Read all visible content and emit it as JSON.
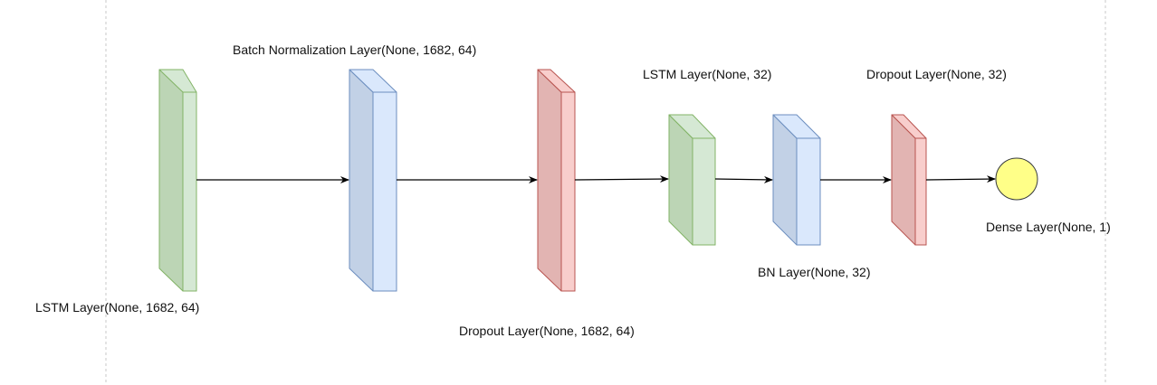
{
  "layers": [
    {
      "id": "lstm1",
      "label": "LSTM Layer(None, 1682, 64)",
      "color": "green"
    },
    {
      "id": "bn1",
      "label": "Batch Normalization Layer(None, 1682, 64)",
      "color": "blue"
    },
    {
      "id": "dropout1",
      "label": "Dropout Layer(None, 1682, 64)",
      "color": "red"
    },
    {
      "id": "lstm2",
      "label": "LSTM Layer(None, 32)",
      "color": "green"
    },
    {
      "id": "bn2",
      "label": "BN Layer(None, 32)",
      "color": "blue"
    },
    {
      "id": "dropout2",
      "label": "Dropout Layer(None, 32)",
      "color": "red"
    },
    {
      "id": "dense",
      "label": "Dense Layer(None, 1)",
      "color": "yellow"
    }
  ],
  "colors": {
    "green": {
      "fill": "#d5e8d4",
      "dark": "#bcd5b5",
      "stroke": "#82b366"
    },
    "blue": {
      "fill": "#dae8fc",
      "dark": "#c2d1e6",
      "stroke": "#6c8ebf"
    },
    "red": {
      "fill": "#f8cecc",
      "dark": "#e2b4b2",
      "stroke": "#b85450"
    },
    "yellow": {
      "fill": "#ffff88",
      "stroke": "#36393d"
    },
    "arrow": "#000000",
    "guide": "#c8c8c8"
  }
}
